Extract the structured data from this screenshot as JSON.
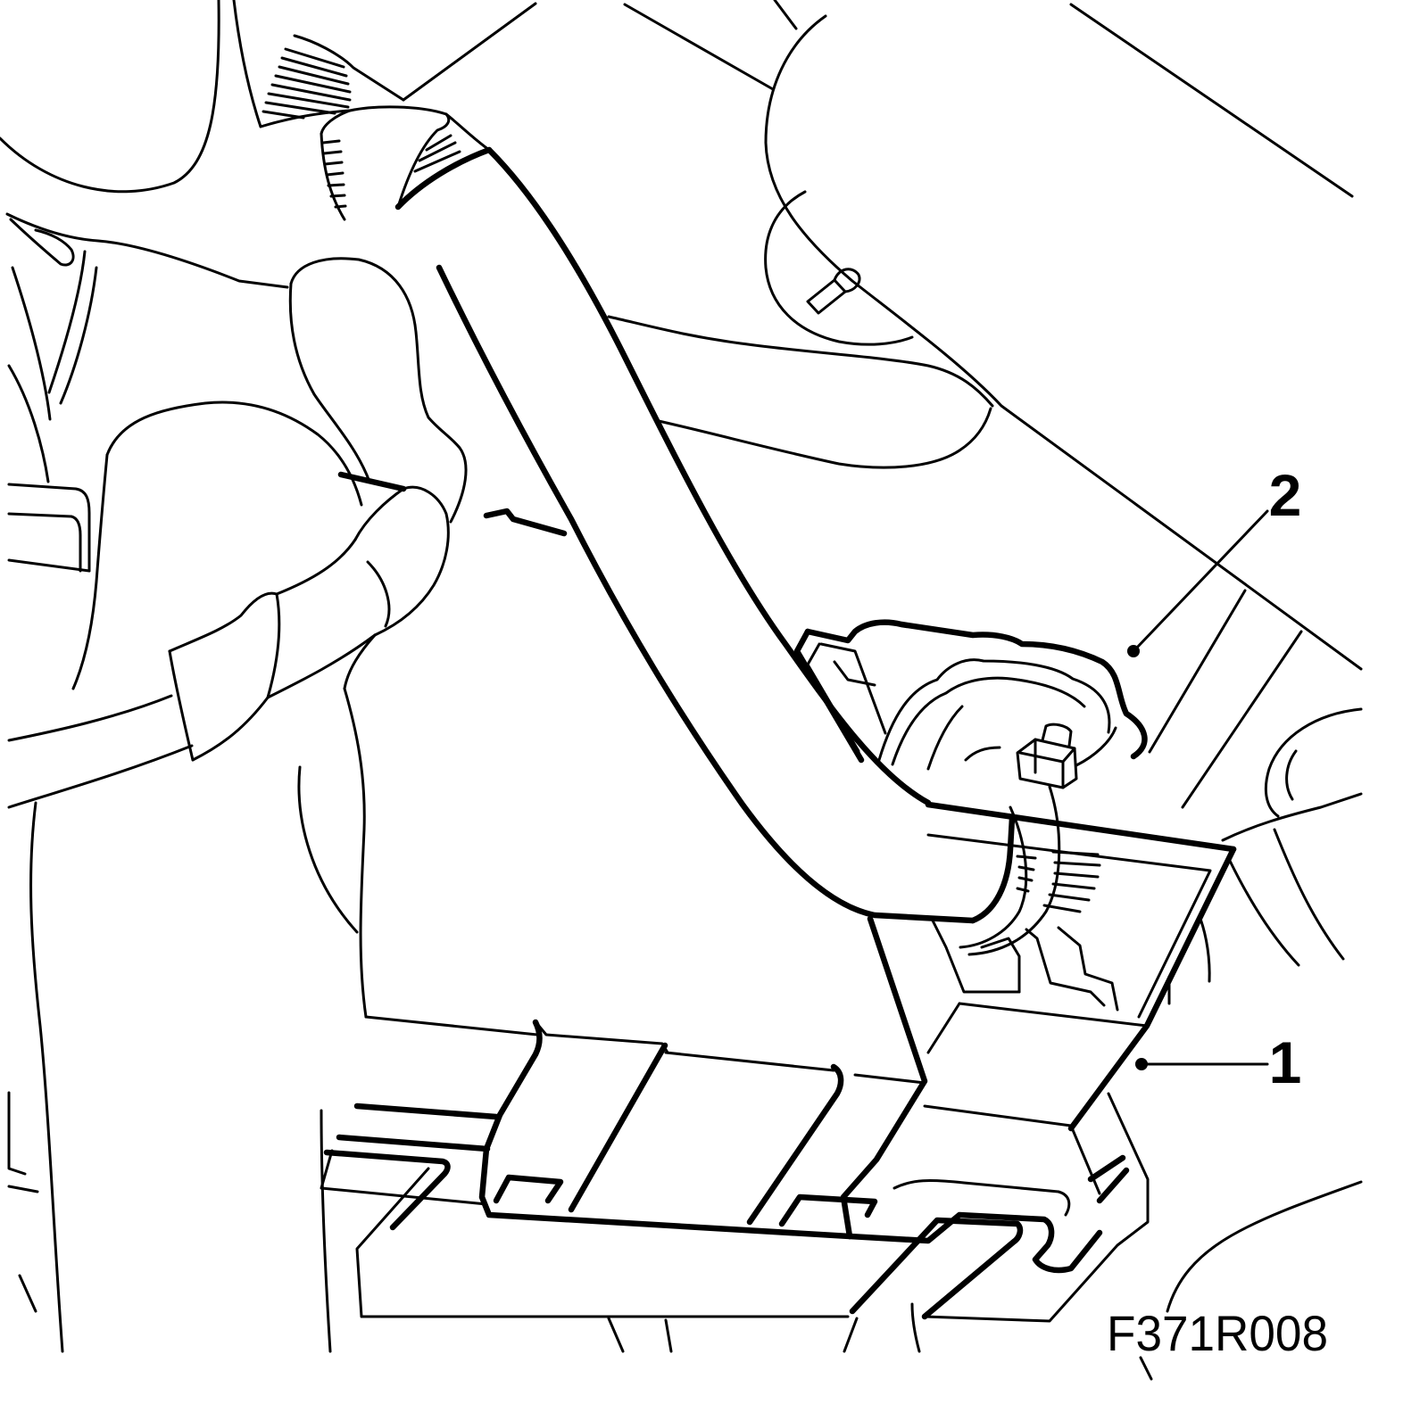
{
  "callouts": [
    {
      "label": "1"
    },
    {
      "label": "2"
    }
  ],
  "figure_id": "F371R008",
  "colors": {
    "line": "#000000",
    "background": "#ffffff"
  }
}
